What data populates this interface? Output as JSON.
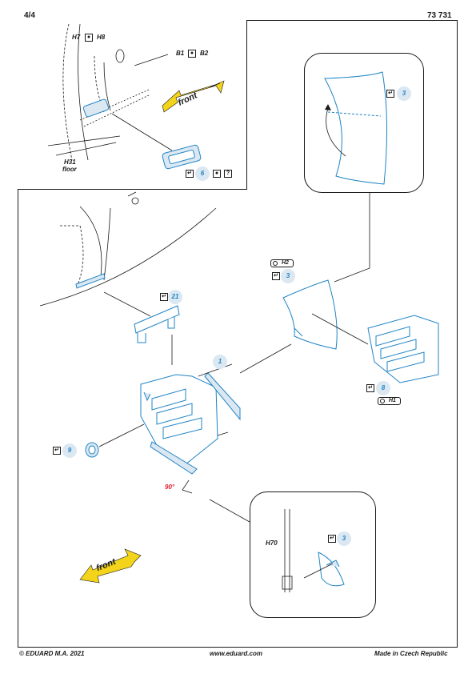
{
  "header": {
    "page": "4/4",
    "code": "73 731"
  },
  "footer": {
    "copyright": "© EDUARD  M.A. 2021",
    "website": "www.eduard.com",
    "origin": "Made in Czech Republic"
  },
  "inset": {
    "label_h7": "H7",
    "label_h8": "H8",
    "label_b1": "B1",
    "label_b2": "B2",
    "label_h31": "H31",
    "label_floor": "floor",
    "part_number": "6",
    "front_arrow": "front"
  },
  "parts": {
    "p3_top": "3",
    "p3_mid": "3",
    "p3_bottom": "3",
    "p21": "21",
    "p1": "1",
    "p8": "8",
    "p9": "9",
    "tag_h2": "H2",
    "tag_h1": "H1",
    "angle": "90°",
    "label_h70": "H70",
    "front_arrow_bottom": "front"
  },
  "colors": {
    "accent": "#1f84c6",
    "ink": "#1a1a1a",
    "part_fill": "#dbe8f2",
    "arrow_yellow": "#f4d41a",
    "angle_red": "#e0202c"
  },
  "icons": [
    "bend-icon",
    "drill-icon",
    "question-icon",
    "paint-icon"
  ]
}
